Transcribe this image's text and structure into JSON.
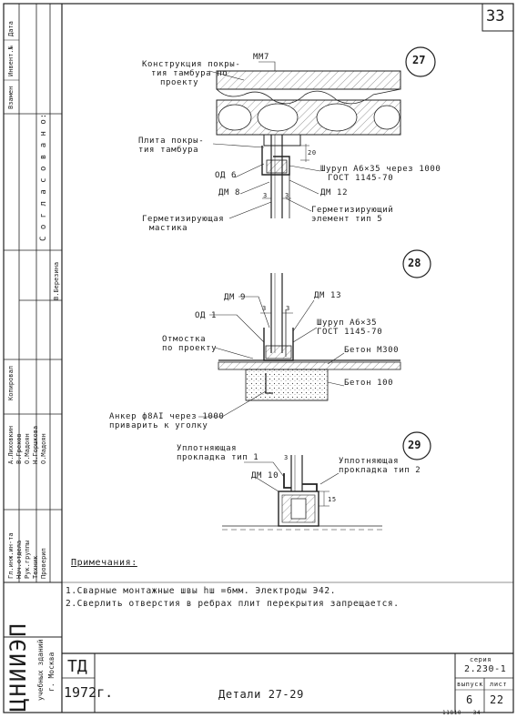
{
  "page_number": "33",
  "details": [
    {
      "number": "27",
      "labels": {
        "mm7": "ММ7",
        "cover": [
          "Конструкция покры-",
          "тия тамбура по",
          "проекту"
        ],
        "slab": [
          "Плита покры-",
          "тия тамбура"
        ],
        "od6": "ОД 6",
        "dm8": "ДМ 8",
        "dm12": "ДМ 12",
        "screw": "Шуруп А6×35  через 1000",
        "gost": "ГОСТ 1145-70",
        "mastic": [
          "Герметизирующая",
          "мастика"
        ],
        "seal": [
          "Герметизирующий",
          "элемент тип 5"
        ],
        "dim3a": "3",
        "dim3b": "3",
        "dim20": "20"
      }
    },
    {
      "number": "28",
      "labels": {
        "dm9": "ДМ 9",
        "dm13": "ДМ 13",
        "od1": "ОД 1",
        "screw": "Шуруп А6×35",
        "gost": "ГОСТ 1145-70",
        "otmostka": [
          "Отмостка",
          "по проекту"
        ],
        "concrete300": "Бетон М300",
        "concrete100": "Бетон 100",
        "anchor": [
          "Анкер ф8АI  через 1000",
          "приварить к уголку"
        ],
        "dim3a": "3",
        "dim3b": "3"
      }
    },
    {
      "number": "29",
      "labels": {
        "gasket1": [
          "Уплотняющая",
          "прокладка тип 1"
        ],
        "gasket2": [
          "Уплотняющая",
          "прокладка тип 2"
        ],
        "dm10": "ДМ 10",
        "dim3": "3",
        "dim15": "15"
      }
    }
  ],
  "notes": {
    "title": "Примечания:",
    "items": [
      "1.Сварные   монтажные швы hш =6мм. Электроды Э42.",
      "2.Сверлить отверстия в ребрах плит перекрытия запрещается."
    ]
  },
  "title_block": {
    "org_logo": "ЦНИИЭП",
    "org_name": [
      "учебных зданий",
      "г. Москва"
    ],
    "td": "ТД",
    "year": "1972г.",
    "title": "Детали 27-29",
    "series_label": "серия",
    "series": "2.230-1",
    "issue_label": "выпуск",
    "issue": "6",
    "sheet_label": "лист",
    "sheet": "22",
    "footer": "11810 - 34"
  },
  "side_stamp": {
    "agreed": "С о г л а с о в а н о:",
    "columns": [
      "Дата",
      "Инвент.№",
      "Взамен"
    ],
    "copied": "Копировал",
    "copier": "В.Березина",
    "signatures": [
      {
        "role": "Гл.инж.ин-та",
        "name": "А.Лиховкин"
      },
      {
        "role": "Нач.отдела",
        "name": "В.Грехов"
      },
      {
        "role": "Рук.группы",
        "name": "О.Мадоян"
      },
      {
        "role": "Техник",
        "name": "Н.Горшкова"
      },
      {
        "role": "Проверил",
        "name": "О.Мадоян"
      }
    ]
  }
}
